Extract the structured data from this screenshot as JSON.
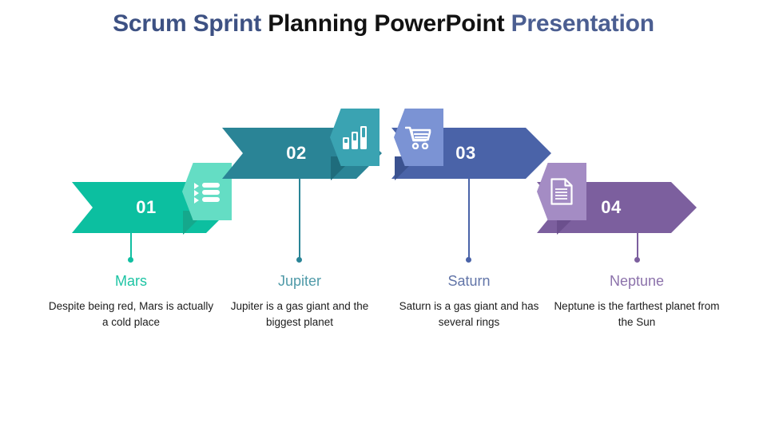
{
  "title": {
    "part1": "Scrum Sprint",
    "part2": " Planning PowerPoint",
    "part3": " Presentation",
    "color1": "#3d5183",
    "color2": "#121212",
    "color3": "#4b5e91"
  },
  "steps": [
    {
      "number": "01",
      "label": "Mars",
      "description": "Despite being red, Mars is actually a cold place",
      "arrow_color": "#0cbfa0",
      "arrow_dark": "#0a9e85",
      "badge_color": "#64ddc4",
      "badge_shadow": "#15a88c",
      "label_color": "#1dc4a4",
      "connector_color": "#10bfa1",
      "icon": "bulleted-list-icon"
    },
    {
      "number": "02",
      "label": "Jupiter",
      "description": "Jupiter is a gas giant and the biggest planet",
      "arrow_color": "#2a8496",
      "arrow_dark": "#226f80",
      "badge_color": "#3aa3b2",
      "badge_shadow": "#1f6c7c",
      "label_color": "#4f9aa8",
      "connector_color": "#2a8496",
      "icon": "bar-chart-icon"
    },
    {
      "number": "03",
      "label": "Saturn",
      "description": "Saturn is a gas giant and has several rings",
      "arrow_color": "#4a63a8",
      "arrow_dark": "#3c5190",
      "badge_color": "#7b93d4",
      "badge_shadow": "#3b5290",
      "label_color": "#6275a8",
      "connector_color": "#4a63a8",
      "icon": "shopping-cart-icon"
    },
    {
      "number": "04",
      "label": "Neptune",
      "description": "Neptune is the farthest planet from the Sun",
      "arrow_color": "#7c5f9e",
      "arrow_dark": "#6a4f8a",
      "badge_color": "#a48cc4",
      "badge_shadow": "#6b4f8d",
      "label_color": "#8c72ab",
      "connector_color": "#7c5f9e",
      "icon": "document-icon"
    }
  ]
}
